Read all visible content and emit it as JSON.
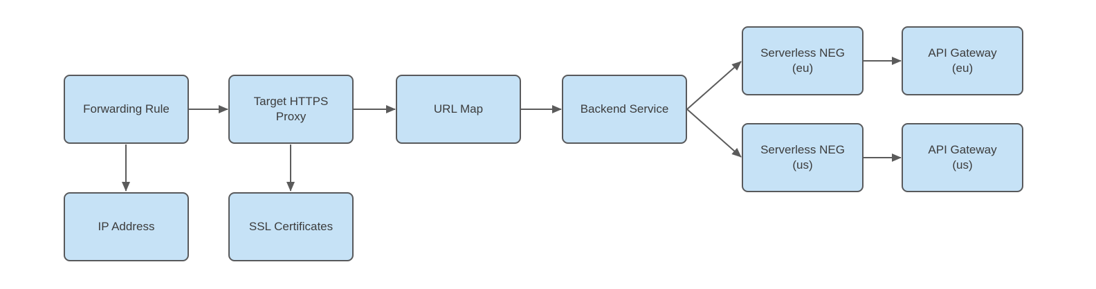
{
  "diagram": {
    "type": "flowchart",
    "nodes": {
      "forwarding_rule": {
        "label": "Forwarding Rule"
      },
      "target_https_proxy": {
        "label": "Target HTTPS\nProxy"
      },
      "url_map": {
        "label": "URL Map"
      },
      "backend_service": {
        "label": "Backend Service"
      },
      "serverless_neg_eu": {
        "label": "Serverless NEG\n(eu)"
      },
      "api_gateway_eu": {
        "label": "API Gateway\n(eu)"
      },
      "serverless_neg_us": {
        "label": "Serverless NEG\n(us)"
      },
      "api_gateway_us": {
        "label": "API Gateway\n(us)"
      },
      "ip_address": {
        "label": "IP Address"
      },
      "ssl_certificates": {
        "label": "SSL Certificates"
      }
    },
    "edges": [
      {
        "from": "forwarding_rule",
        "to": "target_https_proxy"
      },
      {
        "from": "target_https_proxy",
        "to": "url_map"
      },
      {
        "from": "url_map",
        "to": "backend_service"
      },
      {
        "from": "backend_service",
        "to": "serverless_neg_eu"
      },
      {
        "from": "backend_service",
        "to": "serverless_neg_us"
      },
      {
        "from": "serverless_neg_eu",
        "to": "api_gateway_eu"
      },
      {
        "from": "serverless_neg_us",
        "to": "api_gateway_us"
      },
      {
        "from": "forwarding_rule",
        "to": "ip_address"
      },
      {
        "from": "target_https_proxy",
        "to": "ssl_certificates"
      }
    ],
    "colors": {
      "node_fill": "#c6e2f6",
      "node_border": "#58595b",
      "arrow": "#5b5b5b",
      "text": "#3c3c3c",
      "background": "#ffffff"
    }
  }
}
